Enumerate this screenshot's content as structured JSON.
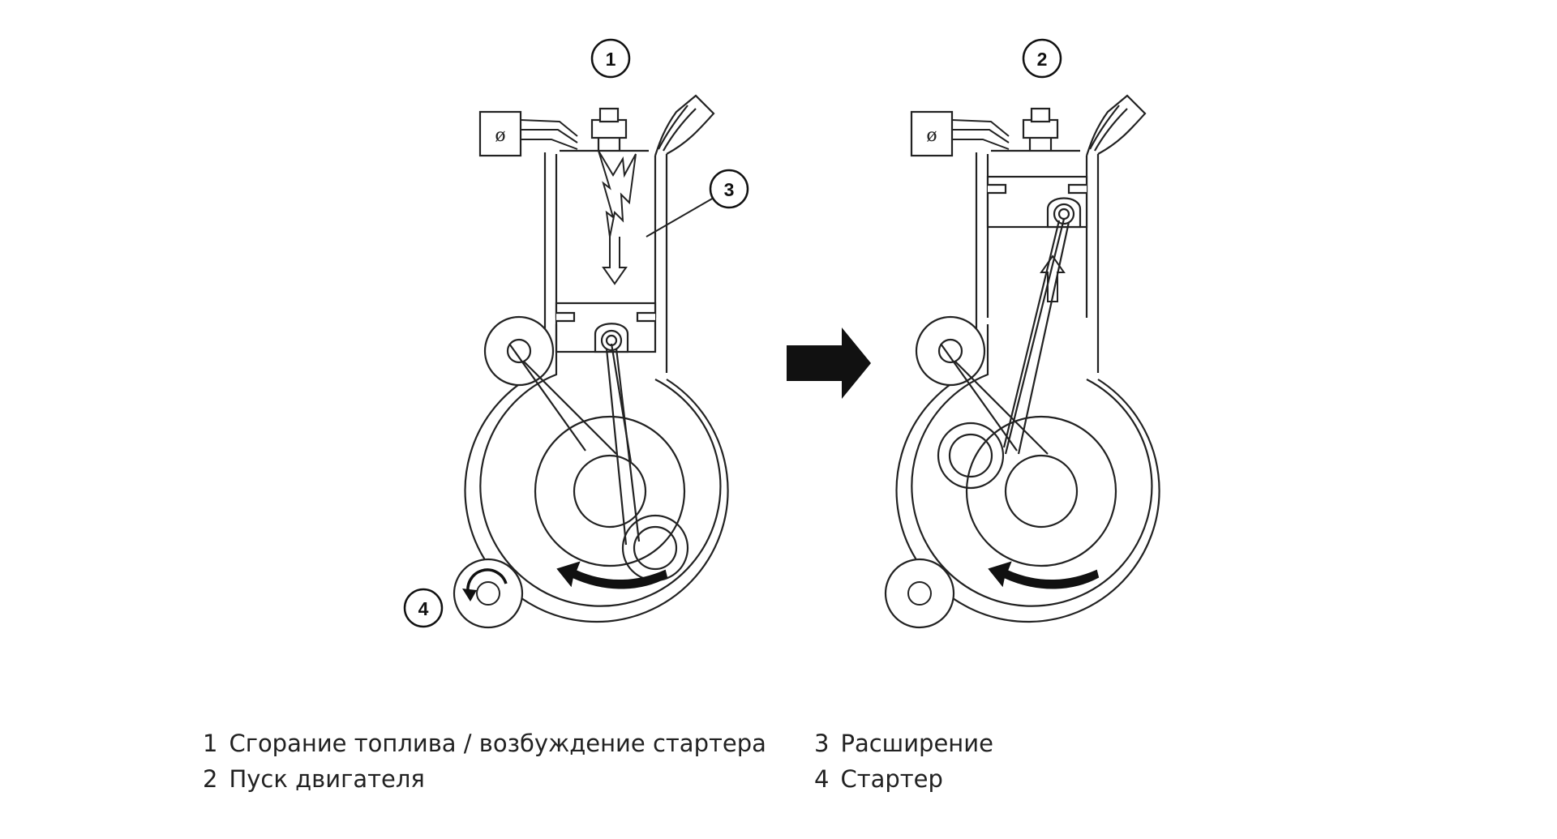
{
  "callouts": {
    "panel1": "1",
    "panel2": "2",
    "expansion": "3",
    "starter": "4",
    "sensor_symbol": "ø"
  },
  "legend": [
    {
      "num": "1",
      "text": "Сгорание топлива / возбуждение стартера"
    },
    {
      "num": "2",
      "text": "Пуск двигателя"
    },
    {
      "num": "3",
      "text": "Расширение"
    },
    {
      "num": "4",
      "text": "Стартер"
    }
  ],
  "colors": {
    "line": "#222222",
    "arrow": "#111111",
    "background": "#ffffff"
  }
}
